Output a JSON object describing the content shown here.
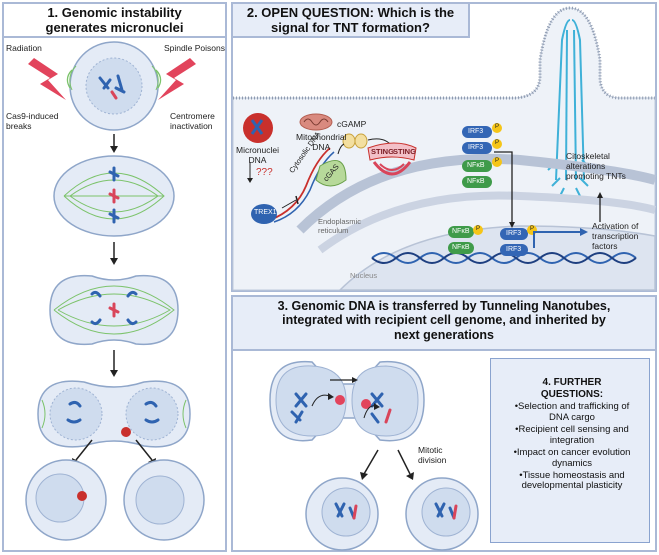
{
  "panel1": {
    "title_line1": "1.  Genomic instability",
    "title_line2": "generates micronuclei",
    "radiation": "Radiation",
    "spindle_poisons": "Spindle Poisons",
    "cas9_line1": "Cas9-induced",
    "cas9_line2": "breaks",
    "centromere_line1": "Centromere",
    "centromere_line2": "inactivation"
  },
  "panel2": {
    "title_line1": "2. OPEN QUESTION: Which is the",
    "title_line2": "signal for TNT formation?",
    "micronuclei_dna_line1": "Micronuclei",
    "micronuclei_dna_line2": "DNA",
    "mito_dna_line1": "Mitochondrial",
    "mito_dna_line2": "DNA",
    "cgamp": "cGAMP",
    "sting1": "STING",
    "sting2": "STING",
    "question_marks": "???",
    "cytosolic_dna": "Cytosolic DNA",
    "cgas": "cGAS",
    "trex1": "TREX1",
    "er_line1": "Endoplasmic",
    "er_line2": "reticulum",
    "nucleus": "Nucleus",
    "irf3": "IRF3",
    "nfkb": "NFκB",
    "p": "P",
    "cyto_line1": "Citoskeletal",
    "cyto_line2": "alterations",
    "cyto_line3": "promoting TNTs",
    "activation_line1": "Activation of",
    "activation_line2": "transcription",
    "activation_line3": "factors"
  },
  "panel3": {
    "title_line1": "3. Genomic DNA is transferred by Tunneling Nanotubes,",
    "title_line2": "integrated with recipient cell genome, and inherited by",
    "title_line3": "next generations",
    "mitotic_line1": "Mitotic",
    "mitotic_line2": "division"
  },
  "panel4": {
    "title_line1": "4. FURTHER",
    "title_line2": "QUESTIONS:",
    "items": [
      "Selection and trafficking of DNA cargo",
      "Recipient cell sensing and integration",
      "Impact on cancer evolution dynamics",
      "Tissue homeostasis and developmental plasticity"
    ]
  },
  "colors": {
    "panel_border": "#aab9d6",
    "nucleus_fill": "#cfdcee",
    "cell_fill": "#e4ebf6",
    "chromosome_blue": "#2f63b0",
    "chromosome_red": "#d9455a",
    "micronucleus_red": "#c9302c",
    "spindle_green": "#7cc36b",
    "irf3_blue": "#3366b5",
    "nfkb_green": "#3f9b4a",
    "phospho_yellow": "#f5c518",
    "lightning_pink": "#e2445c"
  }
}
